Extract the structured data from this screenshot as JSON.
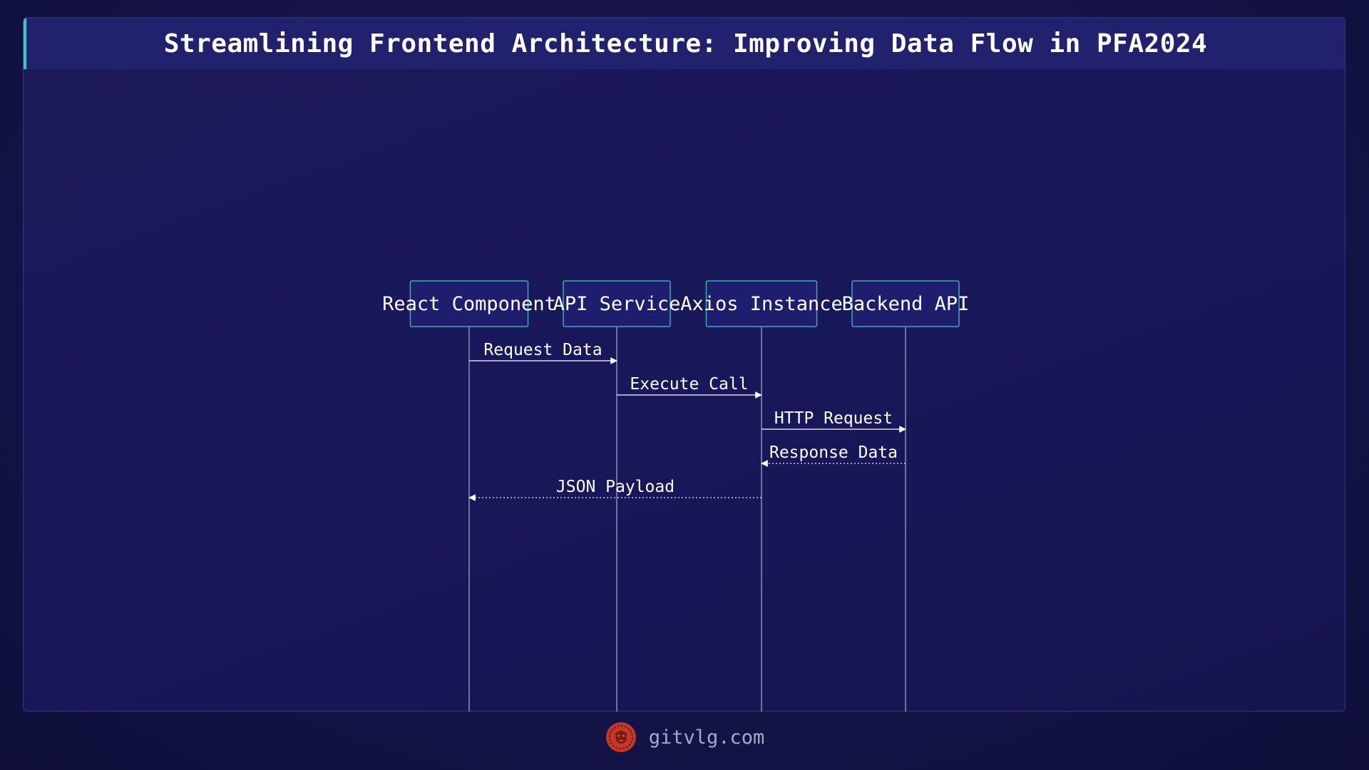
{
  "title": "Streamlining Frontend Architecture: Improving Data Flow in PFA2024",
  "participants": [
    {
      "label": "React Component"
    },
    {
      "label": "API Service"
    },
    {
      "label": "Axios Instance"
    },
    {
      "label": "Backend API"
    }
  ],
  "messages": [
    {
      "label": "Request Data",
      "from": 0,
      "to": 1,
      "style": "solid"
    },
    {
      "label": "Execute Call",
      "from": 1,
      "to": 2,
      "style": "solid"
    },
    {
      "label": "HTTP Request",
      "from": 2,
      "to": 3,
      "style": "solid"
    },
    {
      "label": "Response Data",
      "from": 3,
      "to": 2,
      "style": "dotted"
    },
    {
      "label": "JSON Payload",
      "from": 2,
      "to": 0,
      "style": "dotted"
    }
  ],
  "footer": {
    "site": "gitvlg.com",
    "logo_icon": "lion-logo-icon"
  },
  "colors": {
    "box_fill": "#1f1e6e",
    "box_stroke": "#3fa8b8",
    "line": "#8e90b4",
    "text": "#ffffff",
    "accent": "#3fc7c0",
    "logo": "#c0392b"
  }
}
